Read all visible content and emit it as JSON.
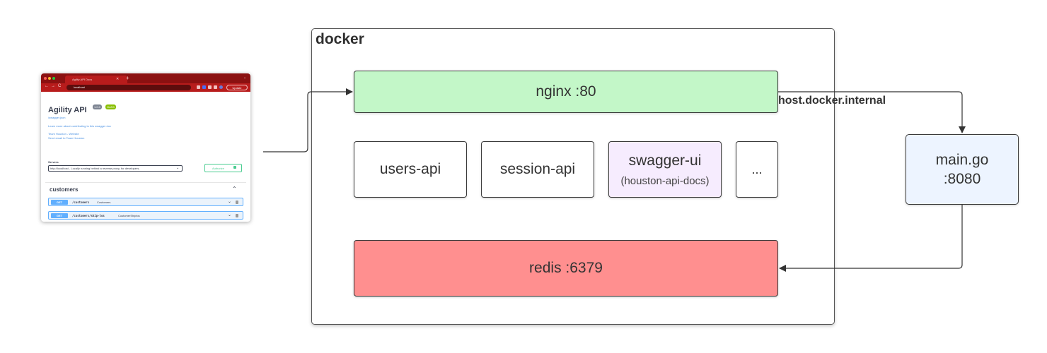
{
  "colors": {
    "nginx_fill": "#c3f7c8",
    "redis_fill": "#ff8f8f",
    "swagger_fill": "#f6ecfe",
    "maingo_fill": "#edf4ff",
    "edge": "#333333"
  },
  "docker": {
    "title": "docker",
    "nginx": "nginx :80",
    "users_api": "users-api",
    "session_api": "session-api",
    "swagger_ui": "swagger-ui",
    "swagger_sub": "(houston-api-docs)",
    "more": "...",
    "redis": "redis :6379"
  },
  "host": {
    "main_line1": "main.go",
    "main_line2": ":8080",
    "edge_label": "host.docker.internal"
  },
  "browser": {
    "tab_title": "Agility API Docs",
    "tab_close": "✕",
    "tab_plus": "+",
    "tab_chevron": "⌄",
    "nav_back": "←",
    "nav_forward": "→",
    "nav_reload": "C",
    "url": "localhost",
    "update_label": "Update",
    "swagger": {
      "title": "Agility API",
      "version_badge": "1.0.0",
      "oas_badge": "OAS3",
      "spec_url": "/swagger.json",
      "description": "Learn more about contributing to this swagger doc",
      "link_website": "Team Houston - Website",
      "link_email": "Send email to Team Houston",
      "servers_label": "Servers",
      "server_selected": "http://localhost - Locally running behind a reverse proxy, for developers.",
      "select_chevron": "⌄",
      "authorize_label": "Authorize",
      "tag_name": "customers",
      "tag_chevron": "⌃",
      "operations": [
        {
          "method": "GET",
          "path": "/customers",
          "summary": "Customers",
          "chevron": "⌄"
        },
        {
          "method": "GET",
          "path": "/customers/ship-tos",
          "summary": "CustomerShiptos",
          "chevron": "⌄"
        }
      ]
    }
  }
}
